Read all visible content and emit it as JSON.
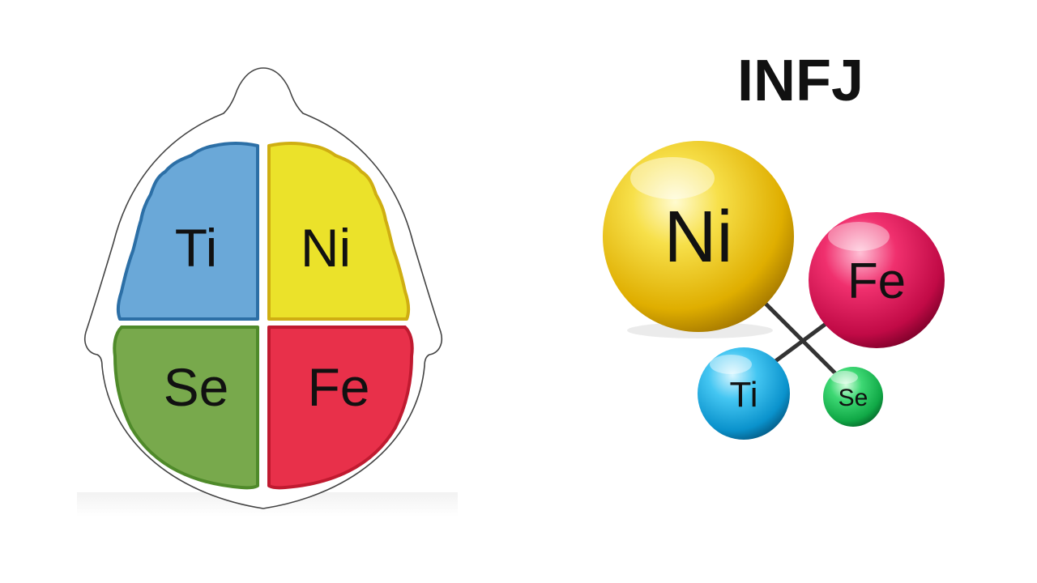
{
  "brain": {
    "quadrants": [
      {
        "id": "top-left",
        "label": "Ti",
        "color": "#6aa8d8"
      },
      {
        "id": "top-right",
        "label": "Ni",
        "color": "#ebe22a"
      },
      {
        "id": "bottom-left",
        "label": "Se",
        "color": "#78a94c"
      },
      {
        "id": "bottom-right",
        "label": "Fe",
        "color": "#e8304a"
      }
    ]
  },
  "model": {
    "title": "INFJ",
    "spheres": [
      {
        "id": "ni",
        "label": "Ni",
        "color": "#f2cf10"
      },
      {
        "id": "fe",
        "label": "Fe",
        "color": "#e0145a"
      },
      {
        "id": "ti",
        "label": "Ti",
        "color": "#1eb2e6"
      },
      {
        "id": "se",
        "label": "Se",
        "color": "#1ec45a"
      }
    ]
  }
}
